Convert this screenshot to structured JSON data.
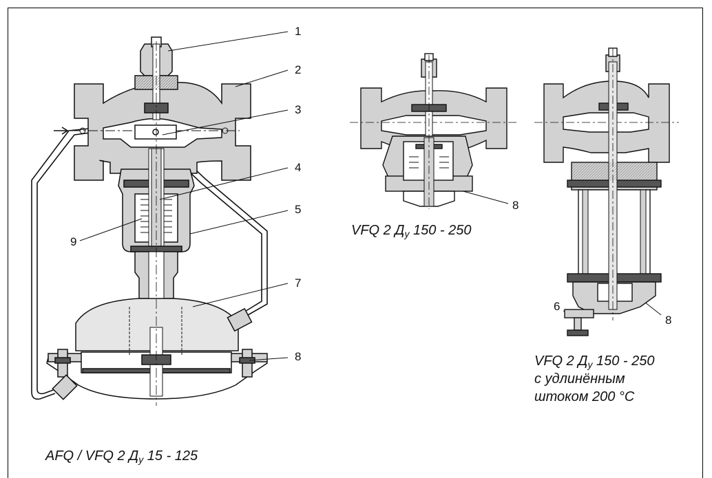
{
  "callouts": {
    "n1": "1",
    "n2": "2",
    "n3": "3",
    "n4": "4",
    "n5": "5",
    "n6": "6",
    "n7": "7",
    "n8": "8",
    "n9": "9",
    "n8b": "8",
    "n8c": "8"
  },
  "captions": {
    "main": {
      "pre": "AFQ / VFQ 2 Д",
      "sub": "y",
      "post": " 15 - 125"
    },
    "mid": {
      "pre": "VFQ 2 Д",
      "sub": "y",
      "post": " 150 - 250"
    },
    "right": {
      "pre": "VFQ 2 Д",
      "sub": "y",
      "post": " 150 - 250",
      "line2": "с удлинённым",
      "line3": "штоком 200 °C"
    }
  },
  "colors": {
    "body_fill": "#d2d2d2",
    "dark_fill": "#555555",
    "line": "#111111"
  }
}
